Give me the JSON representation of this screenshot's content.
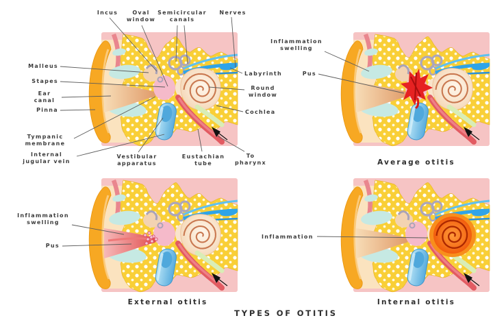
{
  "title": "TYPES OF OTITIS",
  "panels": {
    "normal": {
      "labels": {
        "incus": "Incus",
        "oval_window": "Oval window",
        "semicircular_canals": "Semicircular canals",
        "nerves": "Nerves",
        "malleus": "Malleus",
        "stapes": "Stapes",
        "ear_canal": "Ear canal",
        "pinna": "Pinna",
        "tympanic_membrane": "Tympanic membrane",
        "internal_jugular_vein": "Internal jugular vein",
        "vestibular_apparatus": "Vestibular apparatus",
        "eustachian_tube": "Eustachian tube",
        "to_pharynx": "To pharynx",
        "labyrinth": "Labyrinth",
        "round_window": "Round window",
        "cochlea": "Cochlea"
      }
    },
    "average": {
      "caption": "Average otitis",
      "labels": {
        "inflammation_swelling": "Inflammation swelling",
        "pus": "Pus"
      }
    },
    "external": {
      "caption": "External otitis",
      "labels": {
        "inflammation_swelling": "Inflammation swelling",
        "pus": "Pus"
      }
    },
    "internal": {
      "caption": "Internal otitis",
      "labels": {
        "inflammation": "Inflammation"
      }
    }
  },
  "colors": {
    "background_pink": "#F6C4C4",
    "bone_yellow": "#F9CF37",
    "pinna_orange": "#F7A823",
    "nerve_blue": "#2FA4E8",
    "inflammation_red": "#E62222",
    "internal_otitis_orange": "#F2590F",
    "eustachian_red": "#E25B62",
    "vein_blue": "#74C3EA"
  }
}
